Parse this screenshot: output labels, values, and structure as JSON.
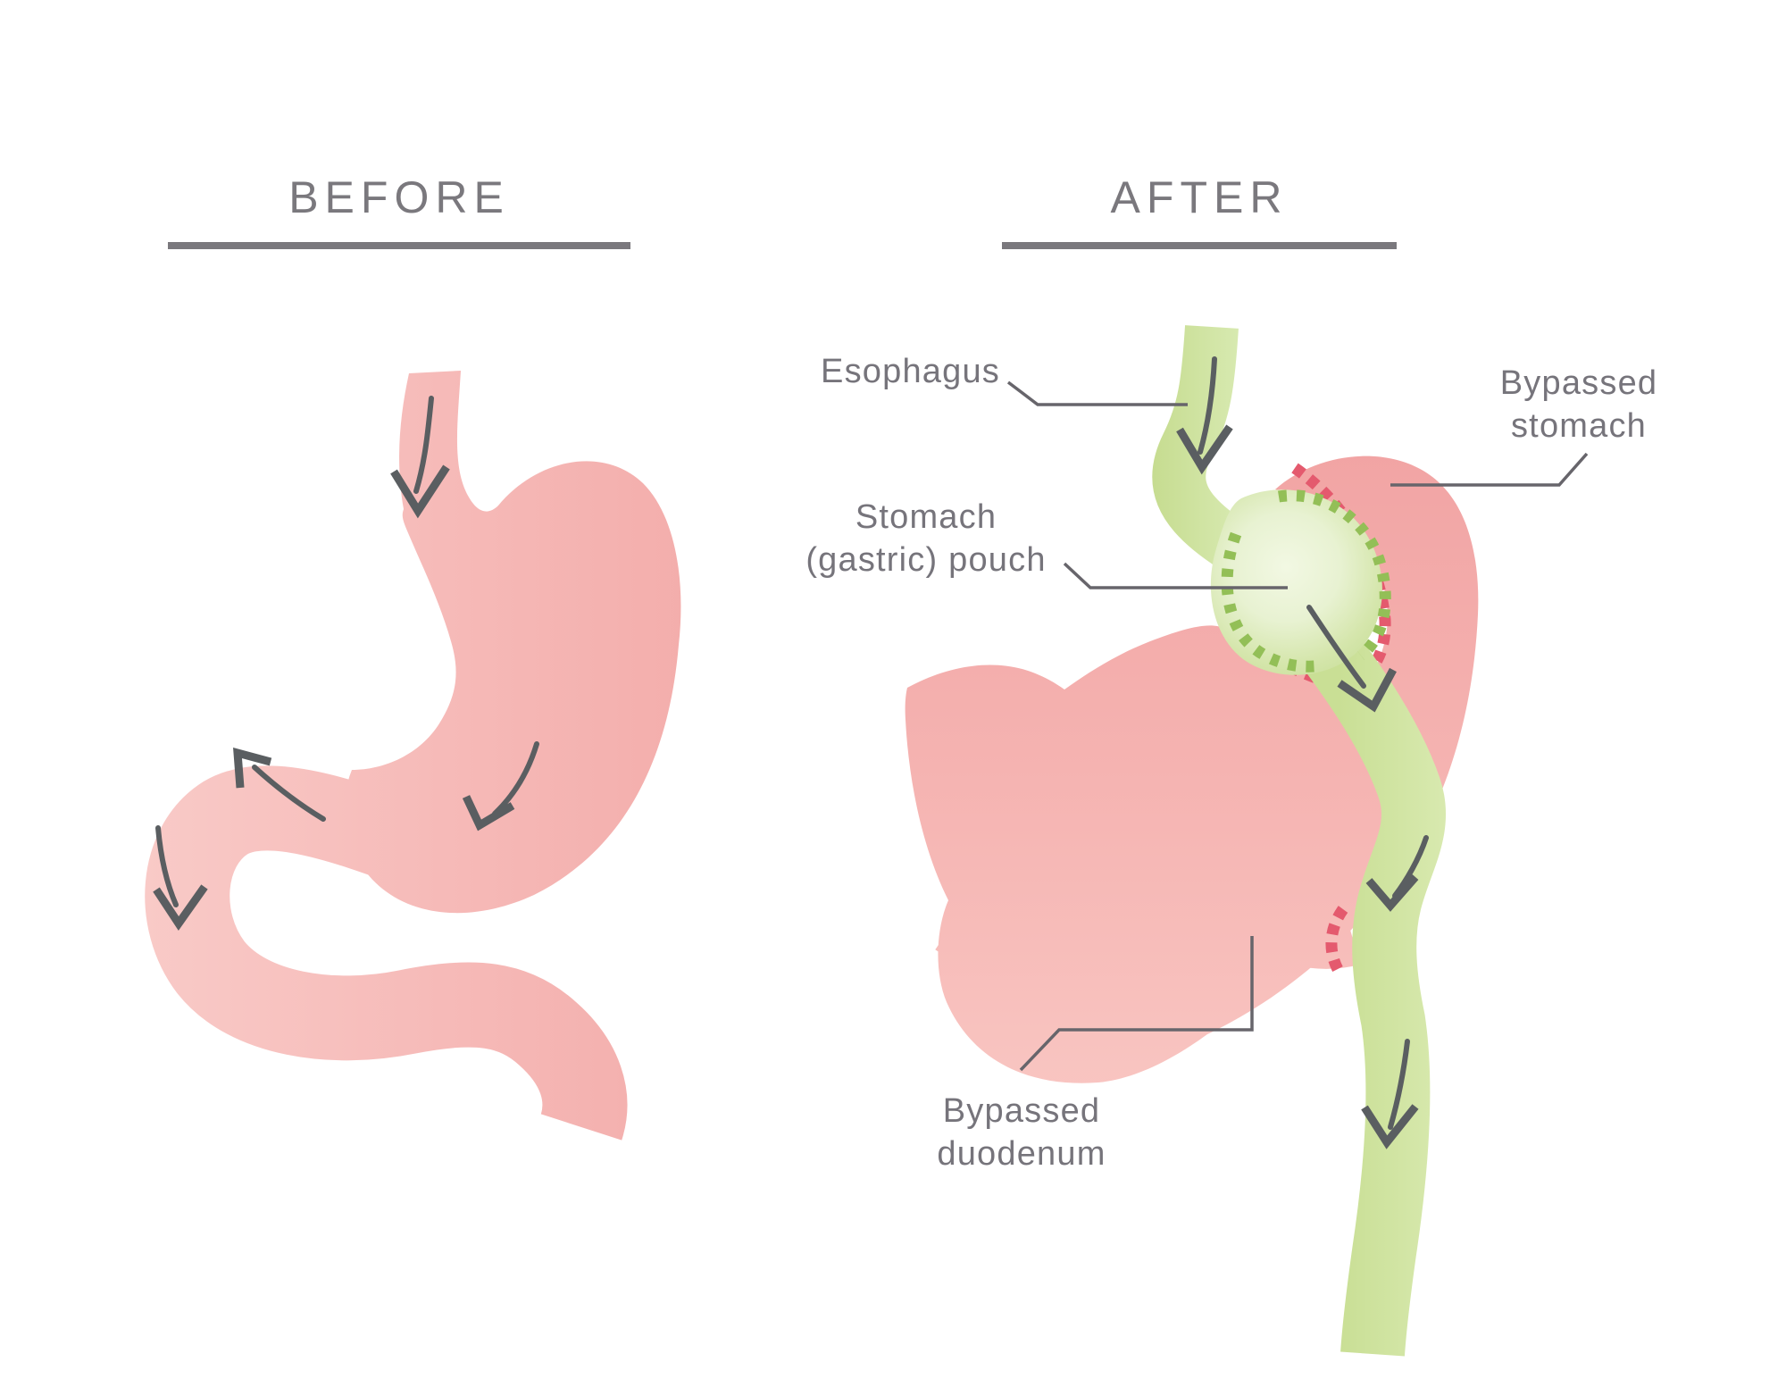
{
  "diagram": {
    "before": {
      "title": "BEFORE"
    },
    "after": {
      "title": "AFTER",
      "labels": {
        "esophagus": "Esophagus",
        "bypassed_stomach_line1": "Bypassed",
        "bypassed_stomach_line2": "stomach",
        "stomach_pouch_line1": "Stomach",
        "stomach_pouch_line2": "(gastric) pouch",
        "bypassed_duodenum_line1": "Bypassed",
        "bypassed_duodenum_line2": "duodenum"
      }
    }
  },
  "colors": {
    "background": "#ffffff",
    "title_gray": "#7a787d",
    "label_gray": "#76747b",
    "leader_gray": "#67656b",
    "arrow_gray": "#5a5e61",
    "pink_organ": "#f6bab8",
    "pink_after_deep": "#f1a3a3",
    "green_tube": "#cfe39f",
    "pouch_light": "#eef6dc",
    "staple_green": "#93bf57",
    "staple_red": "#e45a6e"
  }
}
